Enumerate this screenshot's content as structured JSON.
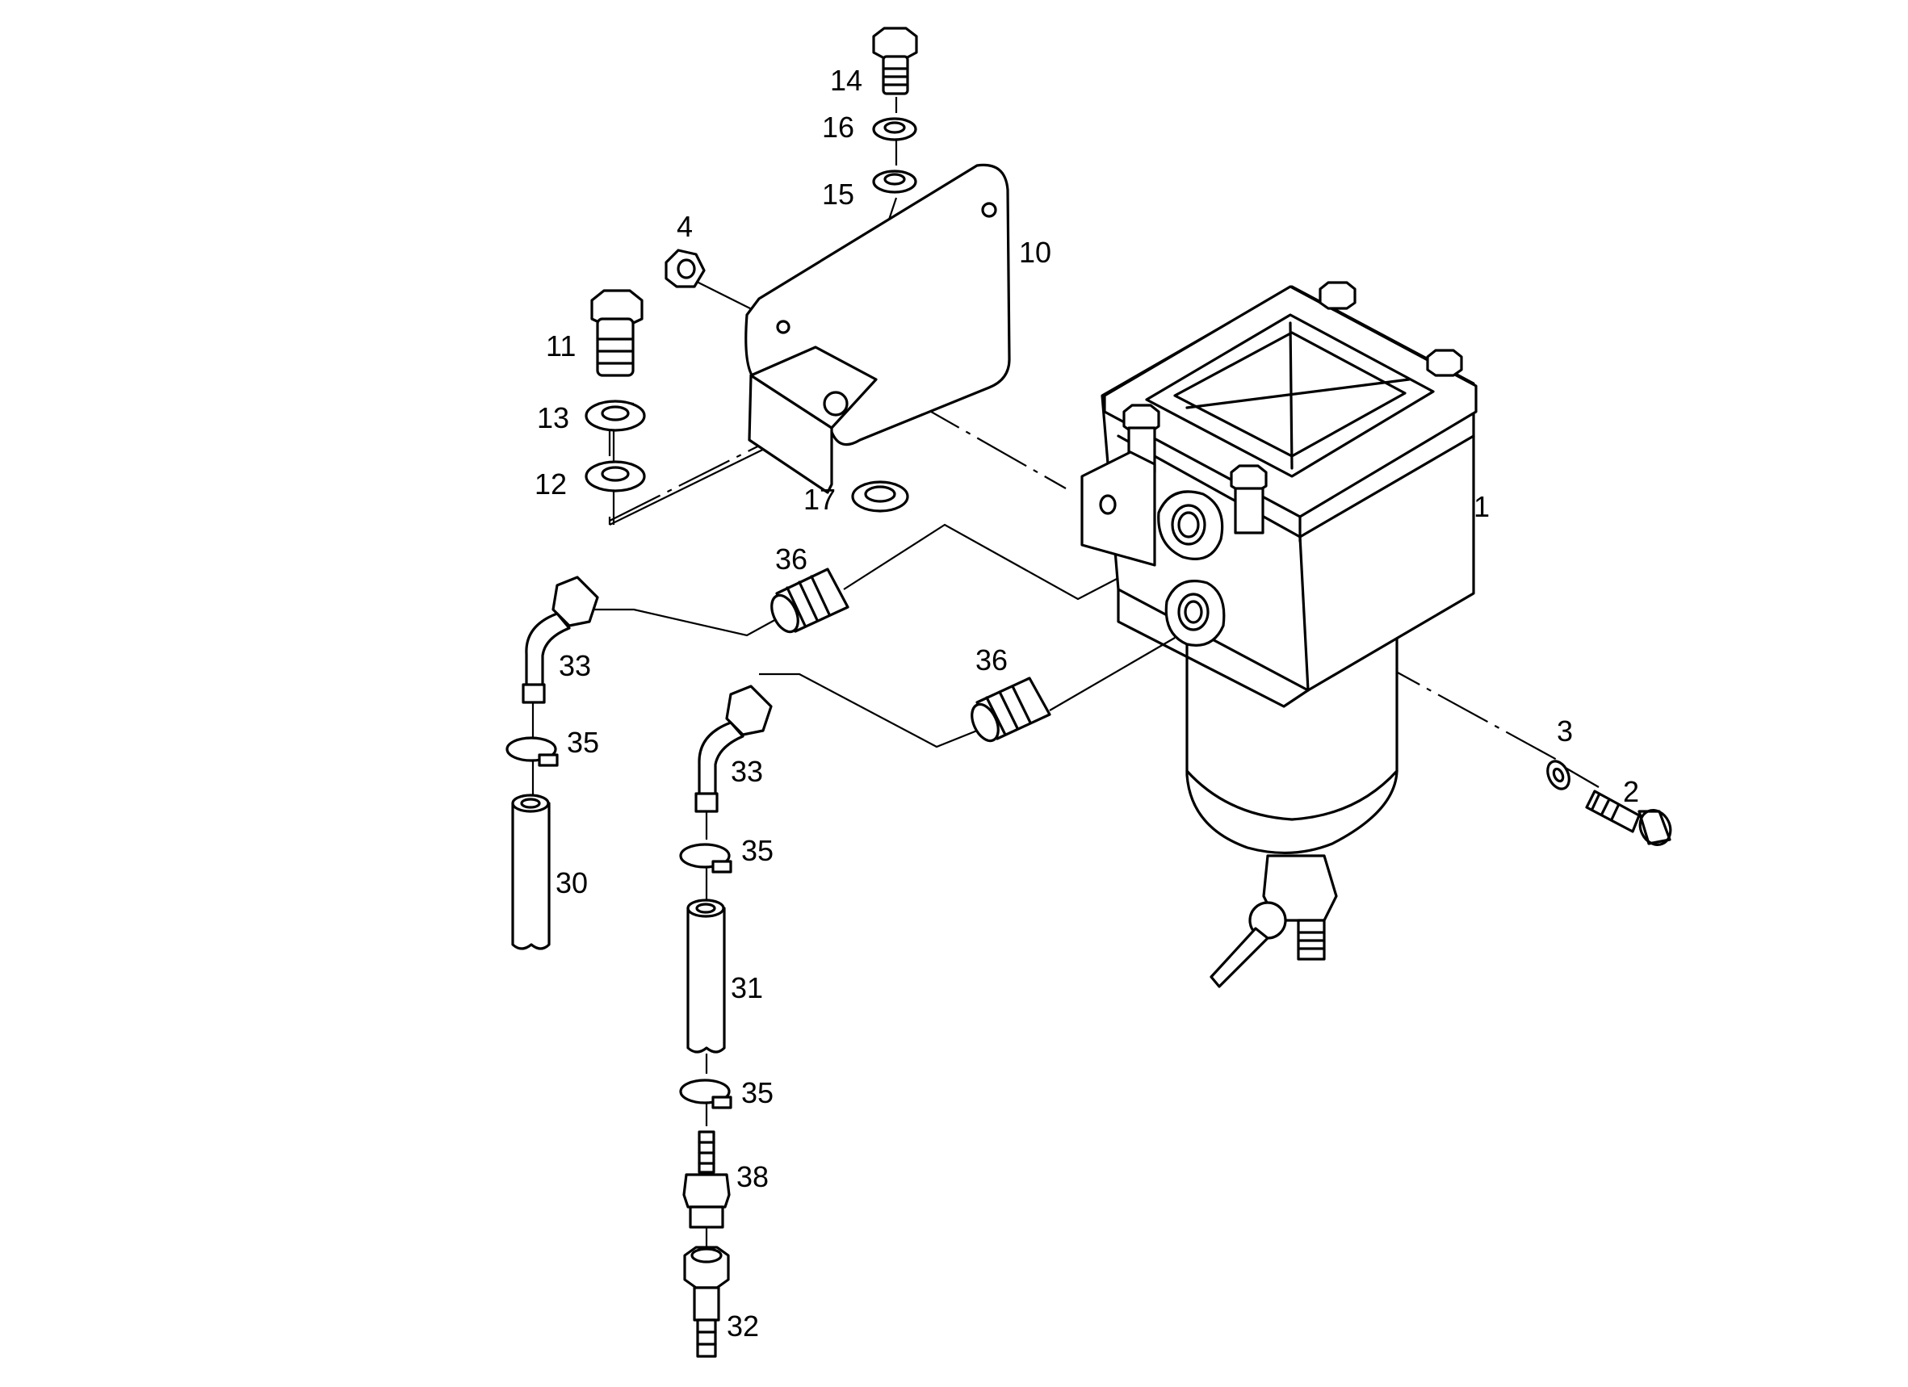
{
  "diagram": {
    "callouts": [
      {
        "id": "c1",
        "label": "1"
      },
      {
        "id": "c2",
        "label": "2"
      },
      {
        "id": "c3",
        "label": "3"
      },
      {
        "id": "c4",
        "label": "4"
      },
      {
        "id": "c10",
        "label": "10"
      },
      {
        "id": "c11",
        "label": "11"
      },
      {
        "id": "c12",
        "label": "12"
      },
      {
        "id": "c13",
        "label": "13"
      },
      {
        "id": "c14",
        "label": "14"
      },
      {
        "id": "c15",
        "label": "15"
      },
      {
        "id": "c16",
        "label": "16"
      },
      {
        "id": "c17",
        "label": "17"
      },
      {
        "id": "c30",
        "label": "30"
      },
      {
        "id": "c31",
        "label": "31"
      },
      {
        "id": "c32",
        "label": "32"
      },
      {
        "id": "c33a",
        "label": "33"
      },
      {
        "id": "c33b",
        "label": "33"
      },
      {
        "id": "c35a",
        "label": "35"
      },
      {
        "id": "c35b",
        "label": "35"
      },
      {
        "id": "c35c",
        "label": "35"
      },
      {
        "id": "c36a",
        "label": "36"
      },
      {
        "id": "c36b",
        "label": "36"
      },
      {
        "id": "c38",
        "label": "38"
      }
    ]
  }
}
